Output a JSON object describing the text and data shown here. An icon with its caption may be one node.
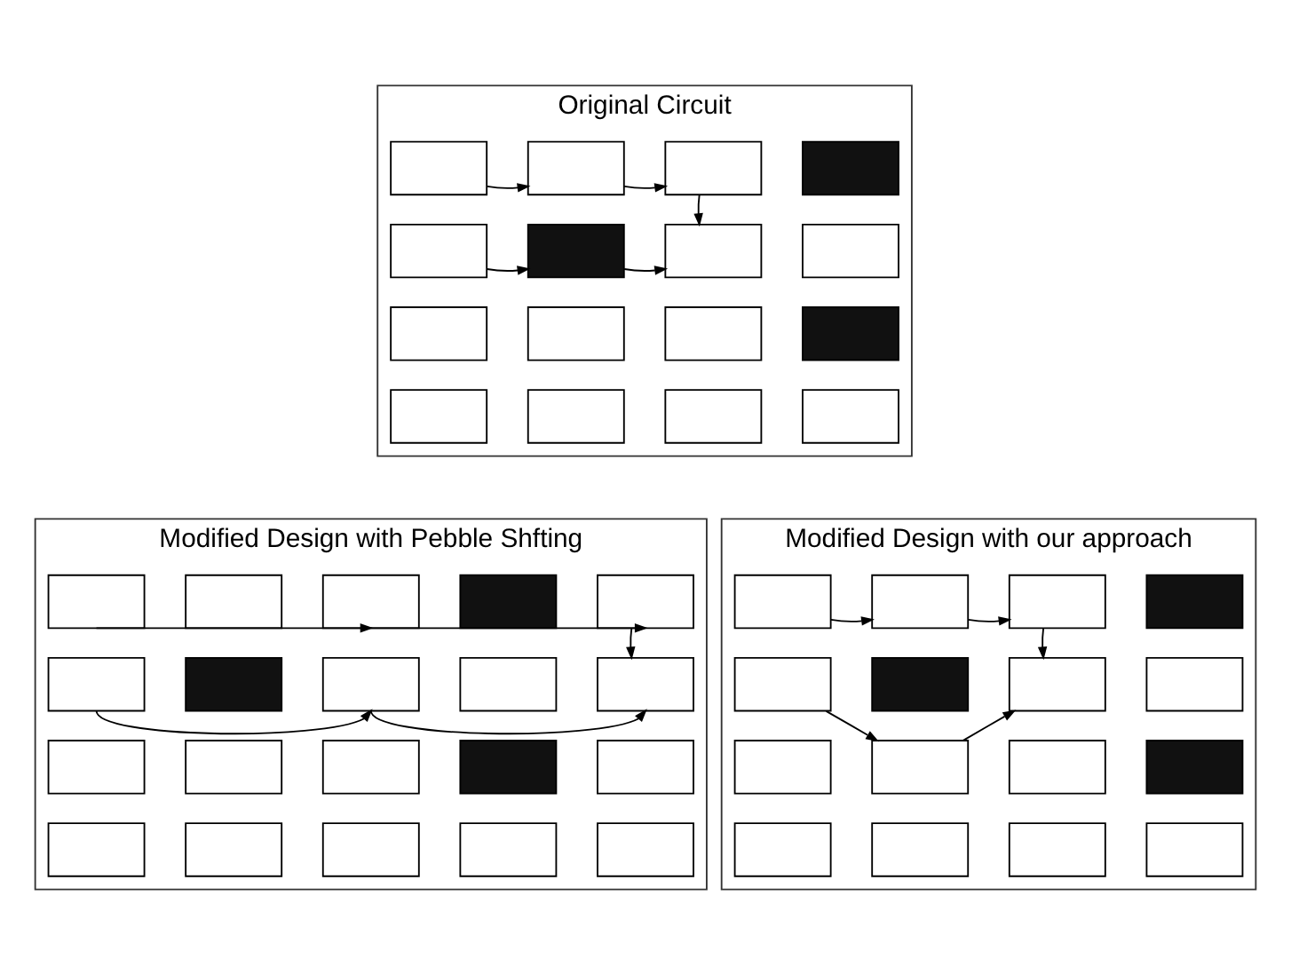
{
  "diagram": {
    "nodes": [
      {
        "text": [
          "Original Circuit"
        ]
      },
      {
        "text": [],
        "shape": "box",
        "in": 0
      },
      {
        "text": [],
        "shape": "box",
        "in": 0
      },
      {
        "text": [],
        "shape": "box",
        "in": 0
      },
      {
        "text": [],
        "shape": "box",
        "in": 0
      },
      {
        "text": [],
        "shape": "box",
        "in": 0
      },
      {
        "text": [],
        "shape": "box",
        "in": 0
      },
      {
        "text": [],
        "shape": "box",
        "in": 0
      },
      {
        "text": [],
        "shape": "box",
        "in": 0
      },
      {
        "text": [],
        "shape": "box",
        "in": 0
      },
      {
        "text": [],
        "shape": "box",
        "in": 0
      },
      {
        "text": [],
        "shape": "box",
        "in": 0
      },
      {
        "text": [],
        "shape": "box",
        "in": 0
      },
      {
        "text": [],
        "shape": "box",
        "in": 0
      },
      {
        "text": [],
        "shape": "box",
        "in": 0
      },
      {
        "text": [],
        "shape": "box",
        "in": 0
      },
      {
        "text": [],
        "shape": "box",
        "in": 0
      },
      {
        "text": [
          "Modified Design with Pebble Shfting"
        ]
      },
      {
        "text": [],
        "shape": "box",
        "in": 17
      },
      {
        "text": [],
        "shape": "box",
        "in": 17
      },
      {
        "text": [],
        "shape": "box",
        "in": 17
      },
      {
        "text": [],
        "shape": "box",
        "in": 17
      },
      {
        "text": [],
        "shape": "box",
        "in": 17
      },
      {
        "text": [],
        "shape": "box",
        "in": 17
      },
      {
        "text": [],
        "shape": "box",
        "in": 17
      },
      {
        "text": [],
        "shape": "box",
        "in": 17
      },
      {
        "text": [],
        "shape": "box",
        "in": 17
      },
      {
        "text": [],
        "shape": "box",
        "in": 17
      },
      {
        "text": [],
        "shape": "box",
        "in": 17
      },
      {
        "text": [],
        "shape": "box",
        "in": 17
      },
      {
        "text": [],
        "shape": "box",
        "in": 17
      },
      {
        "text": [],
        "shape": "box",
        "in": 17
      },
      {
        "text": [],
        "shape": "box",
        "in": 17
      },
      {
        "text": [],
        "shape": "box",
        "in": 17
      },
      {
        "text": [],
        "shape": "box",
        "in": 17
      },
      {
        "text": [],
        "shape": "box",
        "in": 17
      },
      {
        "text": [],
        "shape": "box",
        "in": 17
      },
      {
        "text": [],
        "shape": "box",
        "in": 17
      },
      {
        "text": [
          "Modified Design with our approach"
        ]
      },
      {
        "text": [],
        "shape": "box",
        "in": 38
      },
      {
        "text": [],
        "shape": "box",
        "in": 38
      },
      {
        "text": [],
        "shape": "box",
        "in": 38
      },
      {
        "text": [],
        "shape": "box",
        "in": 38
      },
      {
        "text": [],
        "shape": "box",
        "in": 38
      },
      {
        "text": [],
        "shape": "box",
        "in": 38
      },
      {
        "text": [],
        "shape": "box",
        "in": 38
      },
      {
        "text": [],
        "shape": "box",
        "in": 38
      },
      {
        "text": [],
        "shape": "box",
        "in": 38
      },
      {
        "text": [],
        "shape": "box",
        "in": 38
      },
      {
        "text": [],
        "shape": "box",
        "in": 38
      },
      {
        "text": [],
        "shape": "box",
        "in": 38
      },
      {
        "text": [],
        "shape": "box",
        "in": 38
      },
      {
        "text": [],
        "shape": "box",
        "in": 38
      },
      {
        "text": [],
        "shape": "box",
        "in": 38
      },
      {
        "text": [],
        "shape": "box",
        "in": 38
      }
    ],
    "edges": [
      {
        "from": 1,
        "to": 2,
        "arrow": "to"
      },
      {
        "from": 2,
        "to": 3,
        "arrow": "to"
      },
      {
        "from": 3,
        "to": 7,
        "arrow": "to"
      },
      {
        "from": 5,
        "to": 6,
        "arrow": "to"
      },
      {
        "from": 6,
        "to": 7,
        "arrow": "to"
      },
      {
        "from": 18,
        "to": 20,
        "arrow": "to"
      },
      {
        "from": 20,
        "to": 22,
        "arrow": "to"
      },
      {
        "from": 22,
        "to": 27,
        "arrow": "to"
      },
      {
        "from": 23,
        "to": 25,
        "arrow": "to"
      },
      {
        "from": 25,
        "to": 27,
        "arrow": "to"
      },
      {
        "from": 39,
        "to": 40,
        "arrow": "to"
      },
      {
        "from": 40,
        "to": 41,
        "arrow": "to"
      },
      {
        "from": 41,
        "to": 45,
        "arrow": "to"
      },
      {
        "from": 43,
        "to": 48,
        "arrow": "to"
      },
      {
        "from": 48,
        "to": 45,
        "arrow": "to"
      }
    ]
  }
}
